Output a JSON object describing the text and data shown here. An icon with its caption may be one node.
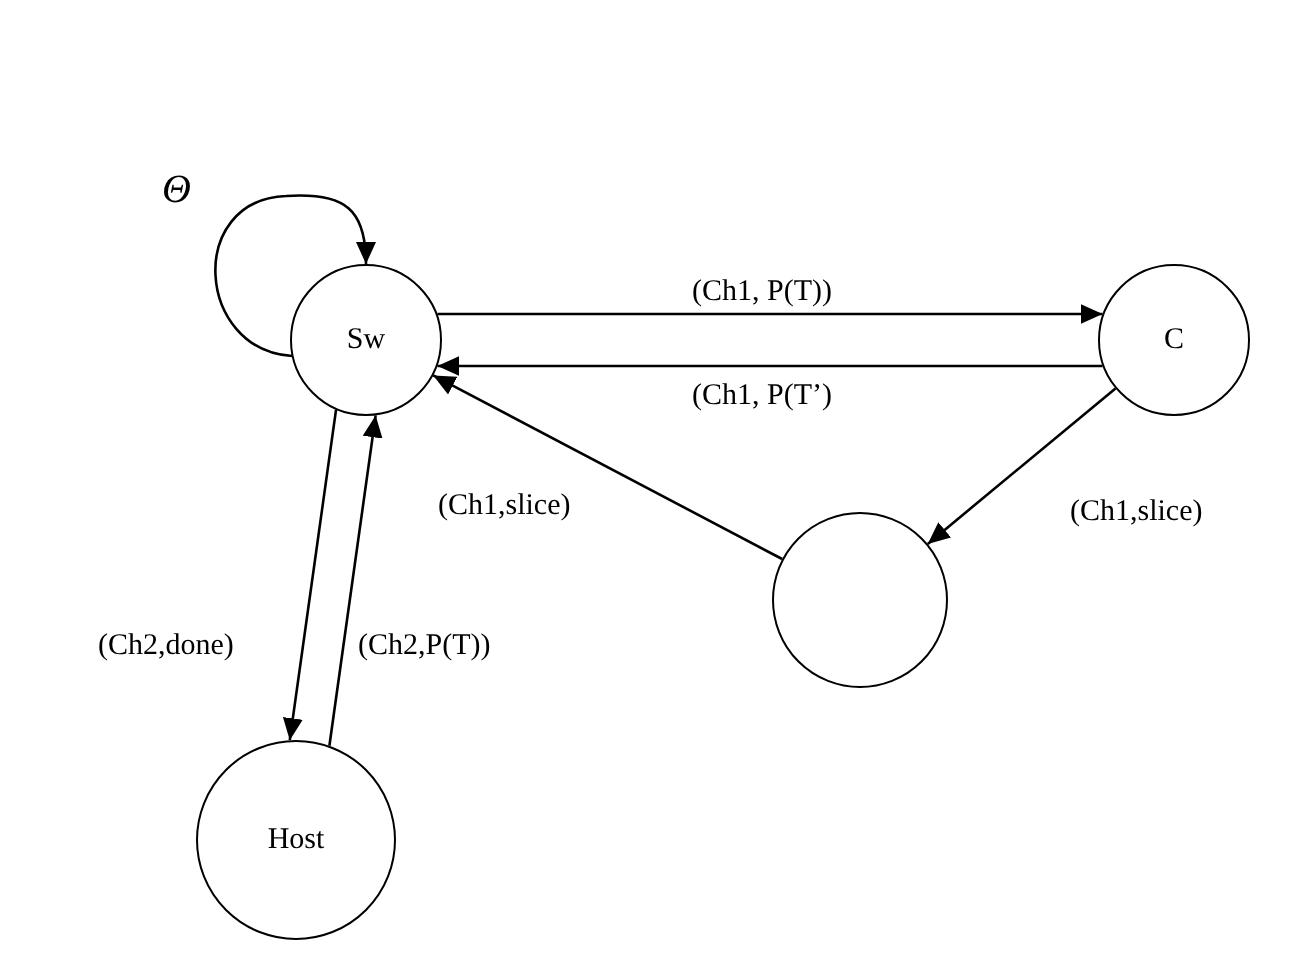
{
  "diagram": {
    "nodes": [
      {
        "text": [
          "Sw"
        ]
      },
      {
        "text": [
          "C"
        ]
      },
      {
        "text": [],
        "shape": "circle"
      },
      {
        "text": [
          "Host"
        ]
      }
    ],
    "edges": [
      {
        "from": 0,
        "to": 0,
        "arrow": "to",
        "label": "Θ"
      },
      {
        "from": 0,
        "to": 1,
        "arrow": "to",
        "label": "(Ch1, P(T))"
      },
      {
        "from": 1,
        "to": 0,
        "arrow": "to",
        "label": "(Ch1, P(T’)"
      },
      {
        "from": 1,
        "to": 2,
        "arrow": "to",
        "label": "(Ch1,slice)"
      },
      {
        "from": 2,
        "to": 0,
        "arrow": "to",
        "label": "(Ch1,slice)"
      },
      {
        "from": 0,
        "to": 3,
        "arrow": "to",
        "label": "(Ch2,done)"
      },
      {
        "from": 3,
        "to": 0,
        "arrow": "to",
        "label": "(Ch2,P(T))"
      }
    ]
  }
}
